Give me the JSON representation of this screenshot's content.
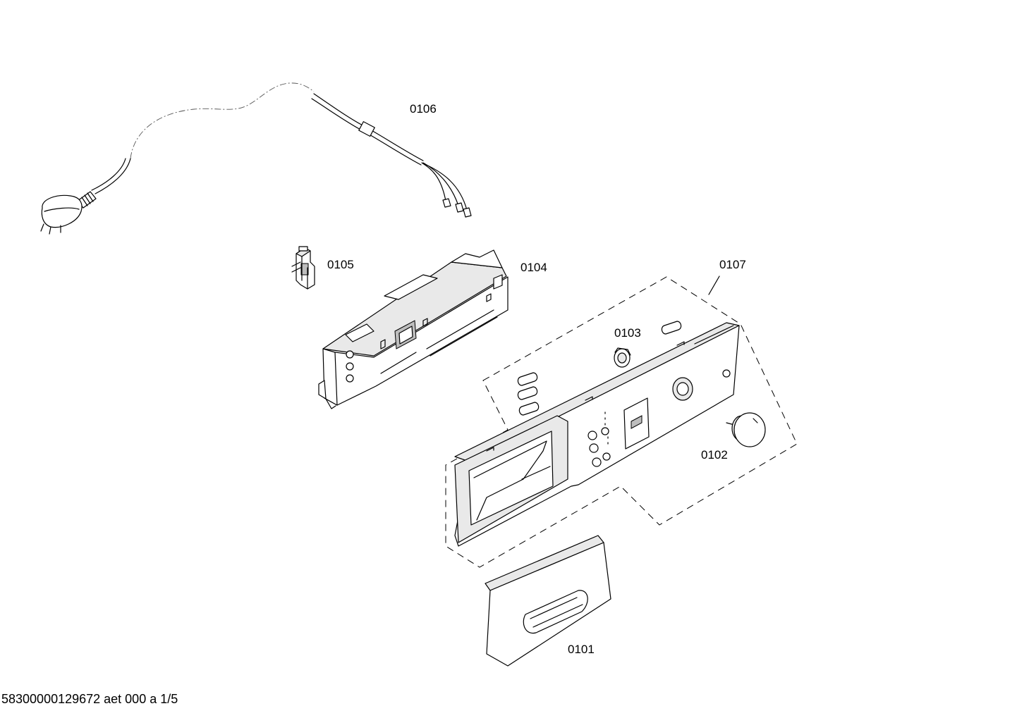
{
  "parts": [
    {
      "id": "0106",
      "name": "power-cord"
    },
    {
      "id": "0105",
      "name": "connector"
    },
    {
      "id": "0104",
      "name": "electronic-module"
    },
    {
      "id": "0107",
      "name": "control-panel-assembly"
    },
    {
      "id": "0103",
      "name": "lamp-holder"
    },
    {
      "id": "0102",
      "name": "knob"
    },
    {
      "id": "0101",
      "name": "detergent-drawer-handle"
    }
  ],
  "labels": {
    "p0106": "0106",
    "p0105": "0105",
    "p0104": "0104",
    "p0107": "0107",
    "p0103": "0103",
    "p0102": "0102",
    "p0101": "0101"
  },
  "footer": "58300000129672 aet 000 a 1/5"
}
